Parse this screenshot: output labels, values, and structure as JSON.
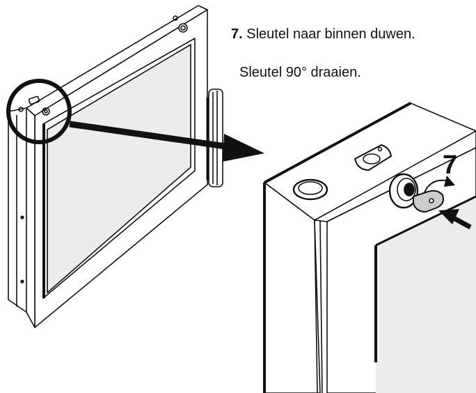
{
  "instructions": {
    "step_number": "7.",
    "step_text": "Sleutel naar binnen duwen.",
    "sub_text": "Sleutel 90° draaien."
  },
  "callout": {
    "label": "7"
  },
  "colors": {
    "line": "#111111",
    "glass": "#ececec",
    "frame": "#ffffff"
  },
  "icons": [
    "key-icon",
    "lock-cylinder-icon",
    "push-arrow-icon",
    "rotate-arrow-icon"
  ]
}
